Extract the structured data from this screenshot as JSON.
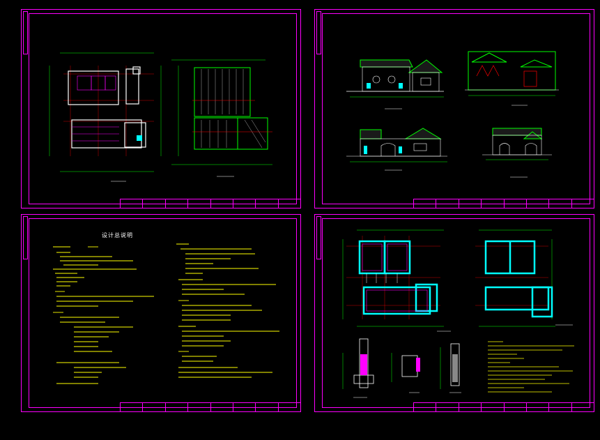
{
  "sheets": [
    {
      "id": "sheet-1",
      "title_block": [
        "",
        "",
        "",
        "",
        "",
        "",
        "",
        "",
        "",
        "",
        "",
        "",
        "",
        "",
        ""
      ]
    },
    {
      "id": "sheet-2",
      "title_block": [
        "",
        "",
        "",
        "",
        "",
        "",
        "",
        "",
        "",
        "",
        "",
        "",
        "",
        "",
        ""
      ]
    },
    {
      "id": "sheet-3",
      "title_block": [
        "",
        "",
        "",
        "",
        "",
        "",
        "",
        "",
        "",
        "",
        "",
        "",
        "",
        "",
        ""
      ]
    },
    {
      "id": "sheet-4",
      "title_block": [
        "",
        "",
        "",
        "",
        "",
        "",
        "",
        "",
        "",
        "",
        "",
        "",
        "",
        "",
        ""
      ]
    }
  ],
  "notes": {
    "title": "设计总说明"
  },
  "colors": {
    "frame": "#ff00ff",
    "background": "#000000",
    "wall": "#00ffff",
    "dimension": "#00ff00",
    "text": "#ffff00",
    "axis": "#ff0000"
  }
}
